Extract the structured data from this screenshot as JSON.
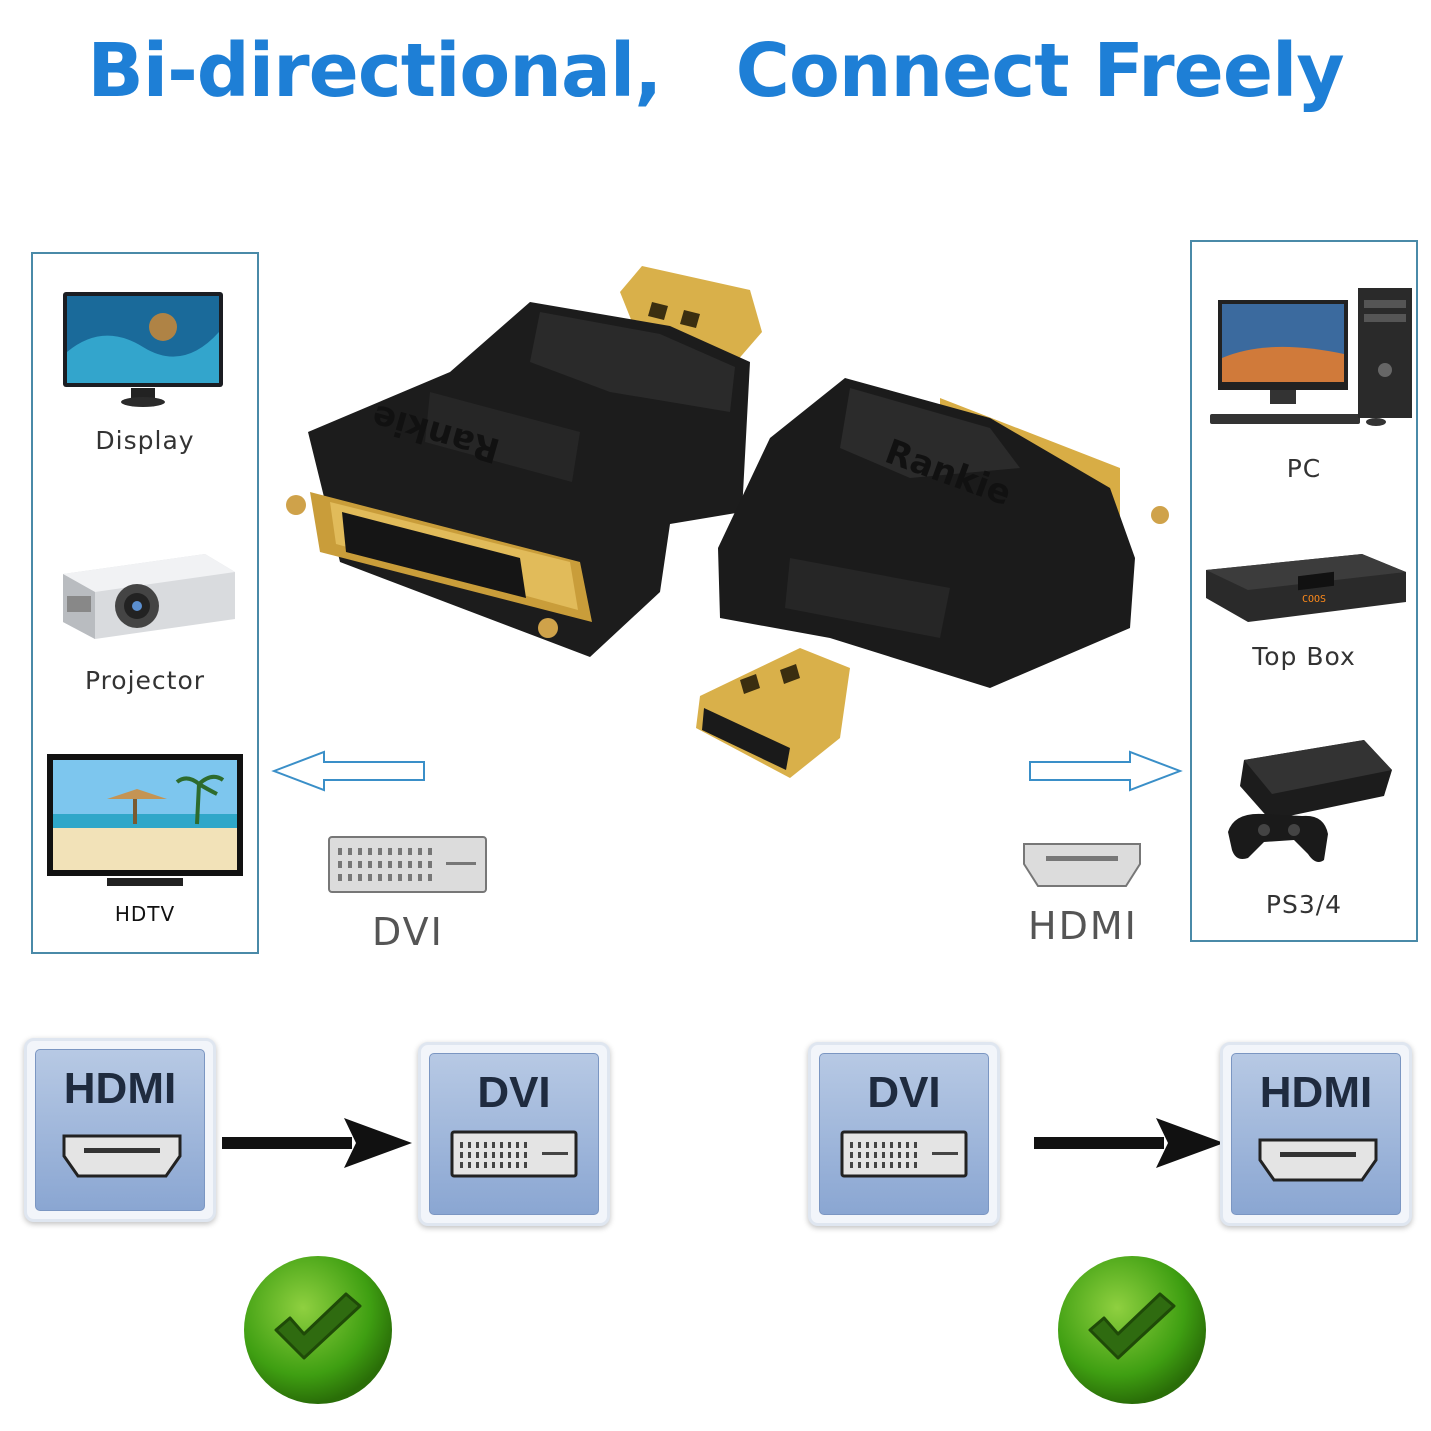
{
  "headline": "Bi-directional,   Connect Freely",
  "left_panel": {
    "items": [
      {
        "label": "Display"
      },
      {
        "label": "Projector"
      },
      {
        "label": "HDTV"
      }
    ]
  },
  "right_panel": {
    "items": [
      {
        "label": "PC"
      },
      {
        "label": "Top Box"
      },
      {
        "label": "PS3/4"
      }
    ]
  },
  "connectors": {
    "left_label": "DVI",
    "right_label": "HDMI"
  },
  "brand": "Rankie",
  "box_screen_text": "COOS",
  "flows": [
    {
      "from": "HDMI",
      "to": "DVI"
    },
    {
      "from": "DVI",
      "to": "HDMI"
    }
  ],
  "colors": {
    "headline": "#1e7fd6",
    "panel_border": "#4a8aa8",
    "check_green": "#3f9f12",
    "gold": "#d4a93a"
  }
}
